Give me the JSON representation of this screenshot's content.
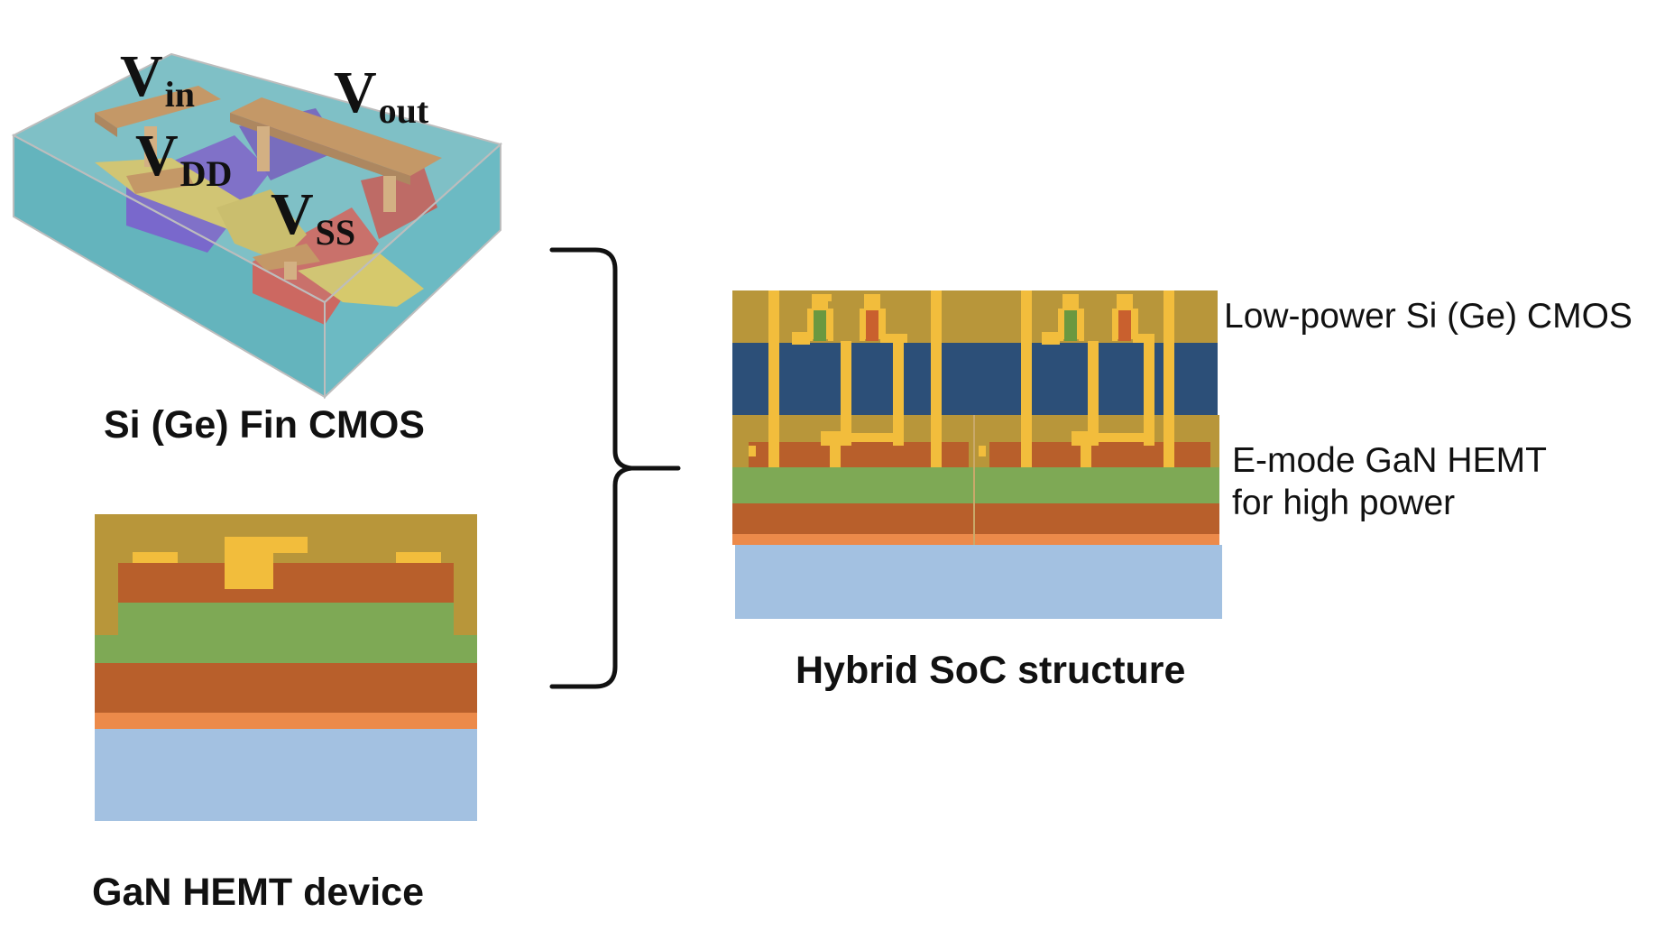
{
  "diagram": {
    "fin_cmos": {
      "caption": "Si (Ge) Fin CMOS",
      "terminals": [
        {
          "symbol": "V",
          "subscript": "in"
        },
        {
          "symbol": "V",
          "subscript": "out"
        },
        {
          "symbol": "V",
          "subscript": "DD"
        },
        {
          "symbol": "V",
          "subscript": "SS"
        }
      ]
    },
    "gan_hemt": {
      "caption": "GaN HEMT device"
    },
    "hybrid_soc": {
      "caption": "Hybrid SoC structure",
      "label_cmos": "Low-power Si (Ge) CMOS",
      "label_hemt_line1": "E-mode GaN HEMT",
      "label_hemt_line2": "for high power"
    },
    "colors": {
      "passivation_gold": "#b8963a",
      "metal_yellow": "#f2bd3c",
      "algan_orange": "#b85f2b",
      "gan_green": "#7ea955",
      "buffer_orange": "#ec8a4a",
      "substrate_blue": "#a3c1e1",
      "cmos_navy": "#2c4f78",
      "fin_teal": "#4fb5c0",
      "nmos_purple": "#5a43c8",
      "pmos_red": "#c9433a",
      "gate_yellow": "#d6c448",
      "interconnect_copper": "#c27e34"
    }
  }
}
